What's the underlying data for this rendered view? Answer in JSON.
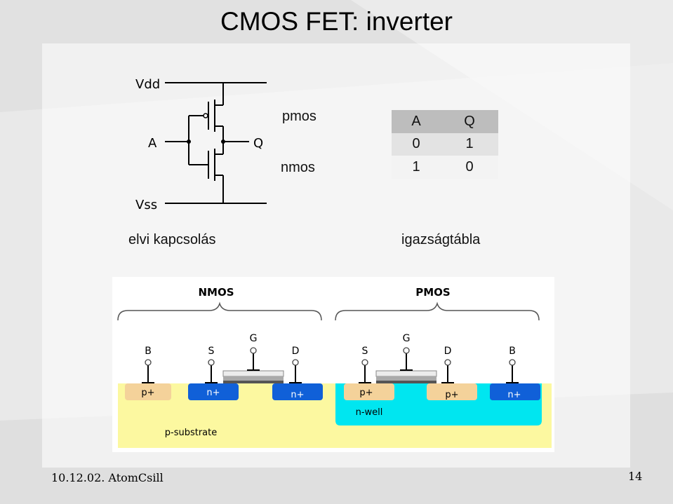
{
  "slide": {
    "title": "CMOS FET: inverter",
    "footer_left": "10.12.02. AtomCsill",
    "page_number": "14"
  },
  "circuit": {
    "vdd": "Vdd",
    "vss": "Vss",
    "input": "A",
    "output": "Q",
    "pmos": "pmos",
    "nmos": "nmos",
    "caption": "elvi kapcsolás"
  },
  "truth_table": {
    "headers": [
      "A",
      "Q"
    ],
    "rows": [
      [
        "0",
        "1"
      ],
      [
        "1",
        "0"
      ]
    ],
    "caption": "igazságtábla"
  },
  "cross_section": {
    "nmos_title": "NMOS",
    "pmos_title": "PMOS",
    "nmos_terminals": [
      "B",
      "S",
      "G",
      "D"
    ],
    "pmos_terminals": [
      "S",
      "G",
      "D",
      "B"
    ],
    "regions": {
      "p_plus": "p+",
      "n_plus": "n+",
      "n_well": "n-well",
      "p_substrate": "p-substrate"
    },
    "colors": {
      "substrate": "#fcf8a0",
      "nwell": "#00e6f0",
      "p_plus": "#f4d29a",
      "n_plus": "#1060d8"
    }
  }
}
